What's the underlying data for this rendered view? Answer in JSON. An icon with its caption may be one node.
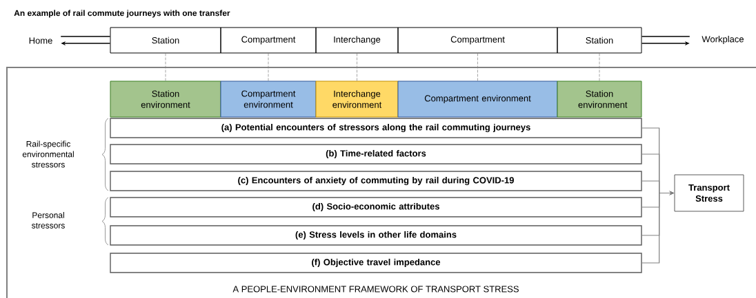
{
  "diagram": {
    "title": "An example of rail commute journeys with one transfer",
    "nodes": [
      {
        "text": [
          "Home"
        ]
      },
      {
        "text": [
          "Station"
        ]
      },
      {
        "text": [
          "Compartment"
        ]
      },
      {
        "text": [
          "Interchange"
        ]
      },
      {
        "text": [
          "Compartment"
        ]
      },
      {
        "text": [
          "Station"
        ]
      },
      {
        "text": [
          "Workplace"
        ]
      },
      {
        "text": [
          "Station environment"
        ]
      },
      {
        "text": [
          "Compartment environment"
        ]
      },
      {
        "text": [
          "Interchange environment"
        ]
      },
      {
        "text": [
          "Compartment environment"
        ]
      },
      {
        "text": [
          "Station environment"
        ]
      },
      {
        "text": [
          "(a) Potential encounters of stressors along the rail commuting journeys"
        ]
      },
      {
        "text": [
          "(b) Time-related factors"
        ]
      },
      {
        "text": [
          "(c) Encounters of anxiety of commuting by rail during COVID-19"
        ]
      },
      {
        "text": [
          "(d) Socio-economic attributes"
        ]
      },
      {
        "text": [
          "(e) Stress levels in other life domains"
        ]
      },
      {
        "text": [
          "(f) Objective travel impedance"
        ]
      },
      {
        "text": [
          "Transport Stress"
        ]
      }
    ],
    "edges": [
      {
        "from": 0,
        "to": 1,
        "arrow": "none",
        "color": "#000000"
      },
      {
        "from": 1,
        "to": 0,
        "arrow": "to",
        "color": "#000000"
      },
      {
        "from": 5,
        "to": 6,
        "arrow": "to",
        "color": "#000000"
      },
      {
        "from": 6,
        "to": 5,
        "arrow": "none",
        "color": "#000000"
      },
      {
        "from": 1,
        "to": 7,
        "arrow": "none",
        "style": "dashed",
        "color": "#808080"
      },
      {
        "from": 2,
        "to": 8,
        "arrow": "none",
        "style": "dashed",
        "color": "#808080"
      },
      {
        "from": 3,
        "to": 9,
        "arrow": "none",
        "style": "dashed",
        "color": "#808080"
      },
      {
        "from": 4,
        "to": 10,
        "arrow": "none",
        "style": "dashed",
        "color": "#808080"
      },
      {
        "from": 5,
        "to": 11,
        "arrow": "none",
        "style": "dashed",
        "color": "#808080"
      },
      {
        "from": 12,
        "to": 18,
        "arrow": "to",
        "color": "#808080"
      },
      {
        "from": 13,
        "to": 18,
        "arrow": "to",
        "color": "#808080"
      },
      {
        "from": 14,
        "to": 18,
        "arrow": "to",
        "color": "#808080"
      },
      {
        "from": 15,
        "to": 18,
        "arrow": "to",
        "color": "#808080"
      },
      {
        "from": 16,
        "to": 18,
        "arrow": "to",
        "color": "#808080"
      },
      {
        "from": 17,
        "to": 18,
        "arrow": "to",
        "color": "#808080"
      }
    ],
    "labels": [
      "Rail-specific environmental stressors",
      "Personal stressors",
      "A PEOPLE-ENVIRONMENT FRAMEWORK OF TRANSPORT STRESS"
    ]
  }
}
